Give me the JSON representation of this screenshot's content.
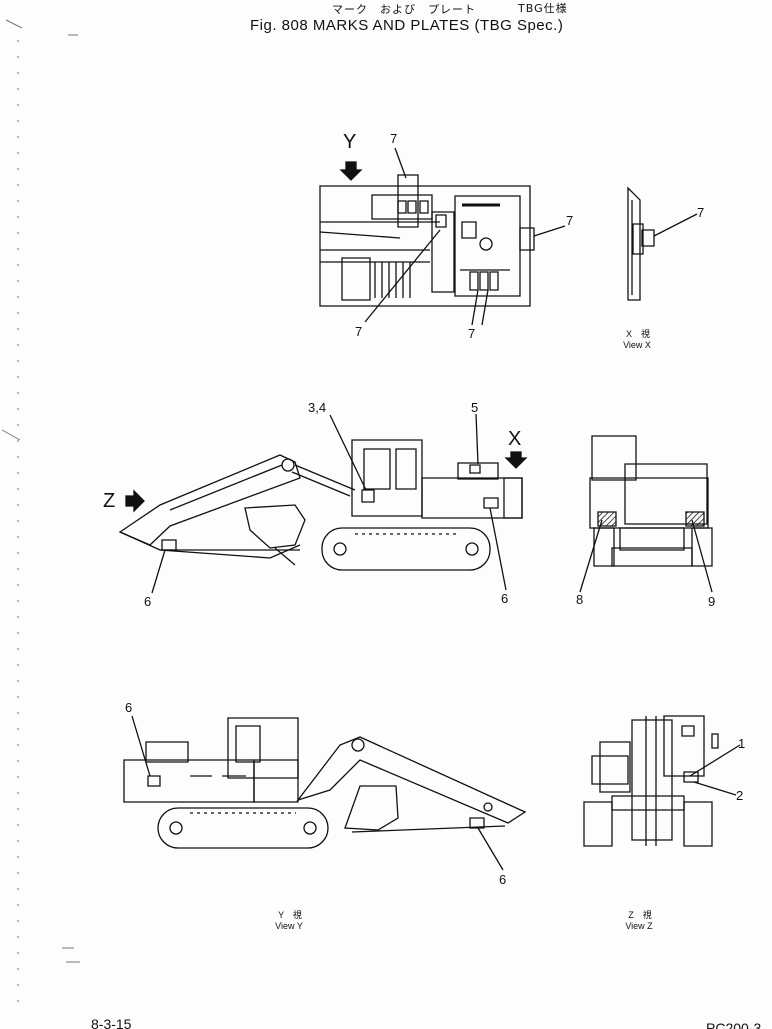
{
  "header": {
    "jp_title": "マーク　および　プレート",
    "jp_spec": "TBG仕様",
    "title": "Fig. 808  MARKS AND PLATES (TBG Spec.)"
  },
  "top_view": {
    "arrow_label": "Y",
    "callouts": [
      "7",
      "7",
      "7",
      "7"
    ]
  },
  "view_x": {
    "callout": "7",
    "label_jp": "X　視",
    "label": "View X"
  },
  "side_view_left": {
    "callouts": [
      "3,4",
      "5",
      "6",
      "6"
    ],
    "arrow_x": "X",
    "arrow_z": "Z"
  },
  "rear_view": {
    "callouts": [
      "8",
      "9"
    ]
  },
  "view_y": {
    "callouts": [
      "6",
      "6"
    ],
    "label_jp": "Y　視",
    "label": "View Y"
  },
  "view_z": {
    "callouts": [
      "1",
      "2"
    ],
    "label_jp": "Z　視",
    "label": "View Z"
  },
  "footer": {
    "page_ref": "8-3-15",
    "model": "PC200-3"
  }
}
